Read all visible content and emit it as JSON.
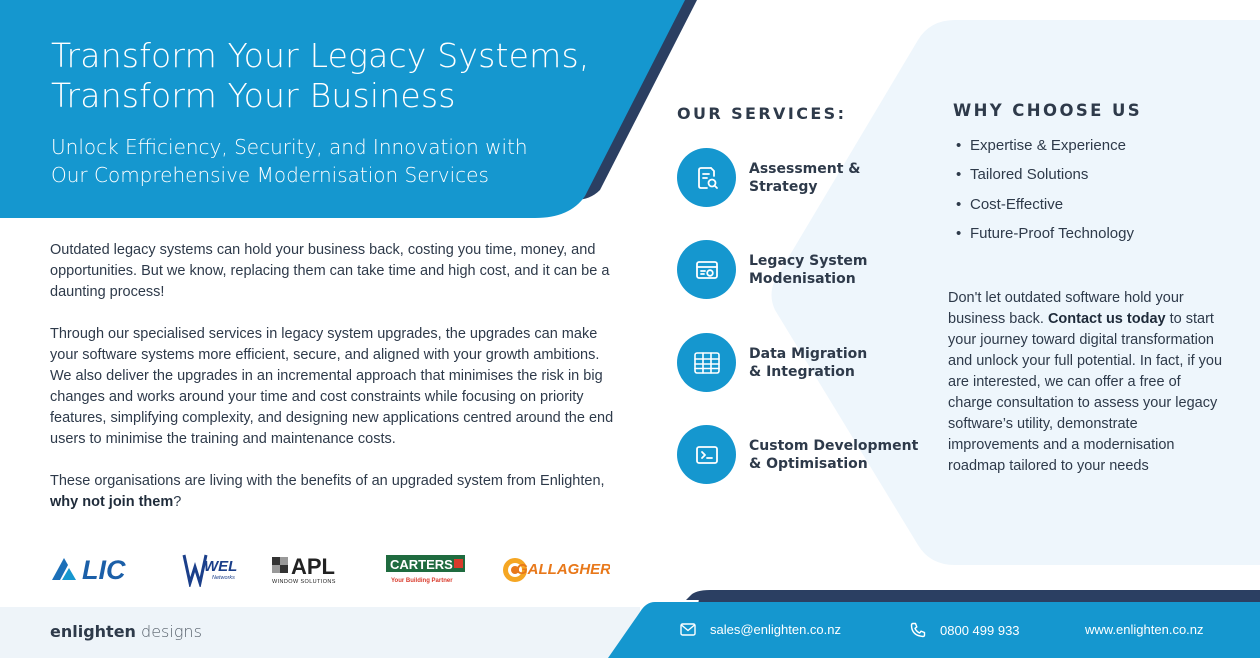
{
  "hero": {
    "title_line1": "Transform Your Legacy Systems,",
    "title_line2": "Transform Your Business",
    "subtitle_line1": "Unlock Efficiency, Security, and Innovation with",
    "subtitle_line2": "Our Comprehensive Modernisation Services"
  },
  "intro": {
    "p1": "Outdated legacy systems can hold your business back, costing you time, money, and opportunities. But we know, replacing them can take time and high cost, and it can be a daunting process!",
    "p2": "Through our specialised services in legacy system upgrades, the upgrades can make your software systems more efficient, secure, and aligned with your growth ambitions. We also deliver the upgrades in an incremental approach that minimises the risk in big changes and works around your time and cost constraints while focusing on priority features, simplifying complexity, and designing new applications centred around the end users to minimise the training and maintenance costs.",
    "p3_prefix": "These organisations are living with the benefits of an upgraded system from Enlighten, ",
    "p3_bold": "why not join them",
    "p3_suffix": "?"
  },
  "logos": {
    "lic": "LIC",
    "wel": "WEL",
    "wel_sub": "Networks",
    "apl": "APL",
    "apl_sub": "WINDOW SOLUTIONS",
    "carters": "CARTERS",
    "carters_sub": "Your Building Partner",
    "gallagher": "GALLAGHER"
  },
  "services": {
    "title": "OUR SERVICES:",
    "items": [
      {
        "label": "Assessment &\nStrategy",
        "icon": "document-search-icon"
      },
      {
        "label": "Legacy System\nModenisation",
        "icon": "monitor-settings-icon"
      },
      {
        "label": "Data Migration\n& Integration",
        "icon": "data-grid-icon"
      },
      {
        "label": "Custom Development\n& Optimisation",
        "icon": "terminal-icon"
      }
    ]
  },
  "why": {
    "title": "WHY CHOOSE US",
    "items": [
      "Expertise & Experience",
      "Tailored Solutions",
      "Cost-Effective",
      "Future-Proof Technology"
    ]
  },
  "cta": {
    "prefix": "Don't let outdated software hold your business back. ",
    "bold": "Contact us today",
    "suffix": " to start your journey toward digital transformation and unlock your full potential. In fact, if you are interested, we can offer a free of charge consultation to assess your legacy software’s utility, demonstrate improvements and a modernisation roadmap tailored to your needs"
  },
  "footer": {
    "brand_bold": "enlighten",
    "brand_light": " designs",
    "email": "sales@enlighten.co.nz",
    "phone": "0800 499 933",
    "website": "www.enlighten.co.nz"
  },
  "colors": {
    "primary_blue": "#1597cf",
    "navy": "#2b3f62",
    "pale_blue": "#eef6fc",
    "text": "#2e3a4a"
  }
}
